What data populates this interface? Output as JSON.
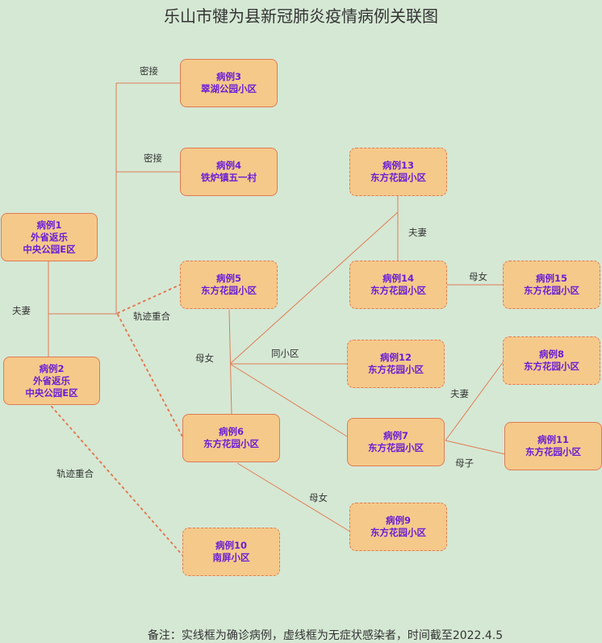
{
  "title": "乐山市犍为县新冠肺炎疫情病例关联图",
  "footnote": "备注：实线框为确诊病例，虚线框为无症状感染者，时间截至2022.4.5",
  "colors": {
    "background": "#d5e8d4",
    "node_fill": "#f5c98a",
    "node_border": "#e07b53",
    "node_text": "#6a1fd6",
    "edge": "#e07b53"
  },
  "nodes": {
    "case1": {
      "name": "病例1",
      "lines": [
        "外省返乐",
        "中央公园E区"
      ],
      "status": "确诊"
    },
    "case2": {
      "name": "病例2",
      "lines": [
        "外省返乐",
        "中央公园E区"
      ],
      "status": "确诊"
    },
    "case3": {
      "name": "病例3",
      "lines": [
        "翠湖公园小区"
      ],
      "status": "确诊"
    },
    "case4": {
      "name": "病例4",
      "lines": [
        "铁炉镇五一村"
      ],
      "status": "确诊"
    },
    "case5": {
      "name": "病例5",
      "lines": [
        "东方花园小区"
      ],
      "status": "无症状"
    },
    "case6": {
      "name": "病例6",
      "lines": [
        "东方花园小区"
      ],
      "status": "确诊"
    },
    "case7": {
      "name": "病例7",
      "lines": [
        "东方花园小区"
      ],
      "status": "确诊"
    },
    "case8": {
      "name": "病例8",
      "lines": [
        "东方花园小区"
      ],
      "status": "无症状"
    },
    "case9": {
      "name": "病例9",
      "lines": [
        "东方花园小区"
      ],
      "status": "无症状"
    },
    "case10": {
      "name": "病例10",
      "lines": [
        "南屏小区"
      ],
      "status": "无症状"
    },
    "case11": {
      "name": "病例11",
      "lines": [
        "东方花园小区"
      ],
      "status": "确诊"
    },
    "case12": {
      "name": "病例12",
      "lines": [
        "东方花园小区"
      ],
      "status": "无症状"
    },
    "case13": {
      "name": "病例13",
      "lines": [
        "东方花园小区"
      ],
      "status": "无症状"
    },
    "case14": {
      "name": "病例14",
      "lines": [
        "东方花园小区"
      ],
      "status": "无症状"
    },
    "case15": {
      "name": "病例15",
      "lines": [
        "东方花园小区"
      ],
      "status": "无症状"
    }
  },
  "edge_labels": {
    "miji3": "密接",
    "miji4": "密接",
    "fuqi_1_2": "夫妻",
    "guiji_5_6": "轨迹重合",
    "guiji_2_10": "轨迹重合",
    "munv_5_6": "母女",
    "tongxiaoqu": "同小区",
    "fuqi_13_14": "夫妻",
    "munv_14_15": "母女",
    "fuqi_7_8": "夫妻",
    "muzi_7_11": "母子",
    "munv_6_9": "母女"
  }
}
